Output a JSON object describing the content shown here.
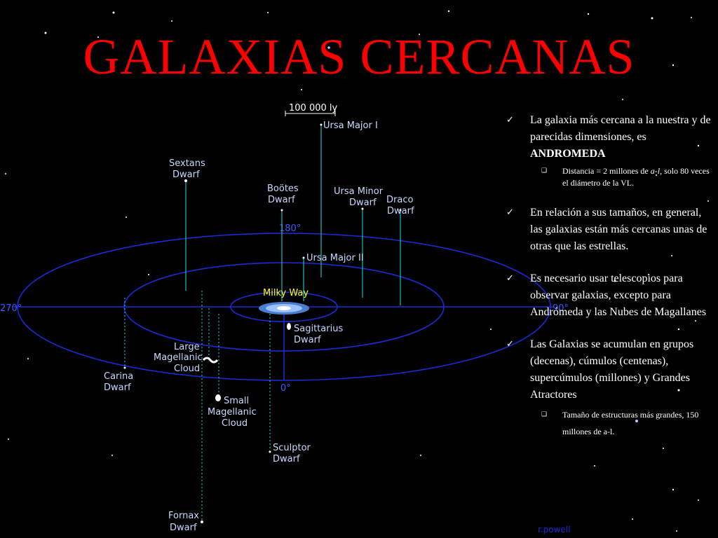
{
  "title": "GALAXIAS CERCANAS",
  "diagram": {
    "scale_label": "100 000 ly",
    "degree_labels": {
      "top": "180°",
      "left": "270°",
      "right": "90°",
      "bottom": "0°"
    },
    "galaxies": {
      "ursa_major_1": "Ursa Major I",
      "ursa_major_2": "Ursa Major II",
      "sextans": [
        "Sextans",
        "Dwarf"
      ],
      "bootes": [
        "Boötes",
        "Dwarf"
      ],
      "ursa_minor": [
        "Ursa Minor",
        "Dwarf"
      ],
      "draco": [
        "Draco",
        "Dwarf"
      ],
      "milky_way": "Milky Way",
      "sagittarius": [
        "Sagittarius",
        "Dwarf"
      ],
      "lmc": [
        "Large",
        "Magellanic",
        "Cloud"
      ],
      "carina": [
        "Carina",
        "Dwarf"
      ],
      "smc": [
        "Small",
        "Magellanic",
        "Cloud"
      ],
      "sculptor": [
        "Sculptor",
        "Dwarf"
      ],
      "fornax": [
        "Fornax",
        "Dwarf"
      ]
    },
    "credit": "r.powell"
  },
  "bullets": [
    {
      "text_plain": "La galaxia más cercana a la nuestra y de parecidas dimensiones, es ",
      "text_bold": "ANDROMEDA",
      "sub": [
        {
          "text_before": "Distancia = 2 millones de ",
          "text_italic": "a-l",
          "text_after": ", solo 80 veces el diámetro de la VL."
        }
      ]
    },
    {
      "text_plain": "En relación a sus tamaños, en general, las galaxias están más cercanas unas de otras que las estrellas."
    },
    {
      "text_plain": "Es necesario usar telescopios para observar galaxias, excepto para Andrómeda y las Nubes de Magallanes"
    },
    {
      "text_plain": "Las Galaxias se acumulan en grupos (decenas), cúmulos (centenas), supercúmulos (millones) y Grandes Atractores",
      "sub": [
        {
          "text_before": "Tamaño de estructuras más grandes, 150 millones de a-l."
        }
      ]
    }
  ],
  "icons": {
    "bullet": "checkmark-icon",
    "sub_bullet": "square-bullet-icon"
  }
}
